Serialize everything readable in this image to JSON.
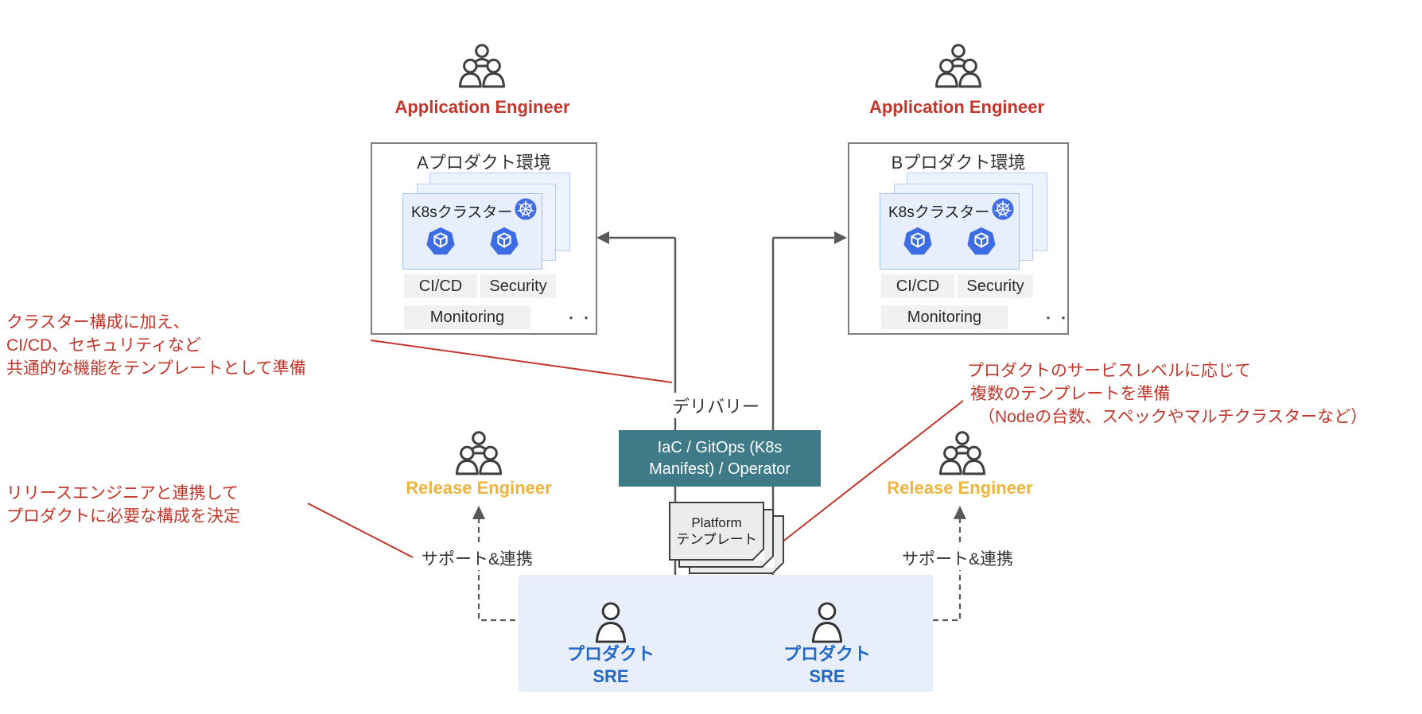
{
  "colors": {
    "accent_red": "#C2362B",
    "accent_gold": "#EEB440",
    "sre_blue": "#2468C5",
    "pipeline_teal": "#3E7A87",
    "k8s_blue": "#3D6CE5",
    "connector_gray": "#595959",
    "card_blue_bg": "#E7EFFD",
    "sre_zone_bg": "#E8EEFA"
  },
  "actors": {
    "app_engineer_a": "Application Engineer",
    "app_engineer_b": "Application Engineer",
    "release_engineer_left": "Release Engineer",
    "release_engineer_right": "Release Engineer",
    "sre_left": {
      "line1": "プロダクト",
      "line2": "SRE"
    },
    "sre_right": {
      "line1": "プロダクト",
      "line2": "SRE"
    }
  },
  "environments": {
    "a": {
      "title": "Aプロダクト環境",
      "cluster": "K8sクラスター",
      "cicd": "CI/CD",
      "security": "Security",
      "monitoring": "Monitoring",
      "more": "・・"
    },
    "b": {
      "title": "Bプロダクト環境",
      "cluster": "K8sクラスター",
      "cicd": "CI/CD",
      "security": "Security",
      "monitoring": "Monitoring",
      "more": "・・"
    }
  },
  "delivery_label": "デリバリー",
  "pipeline": {
    "line1": "IaC / GitOps (K8s",
    "line2": "Manifest) / Operator"
  },
  "platform_template": {
    "line1": "Platform",
    "line2": "テンプレート"
  },
  "support_left": "サポート&連携",
  "support_right": "サポート&連携",
  "annotations": {
    "common_features": [
      "クラスター構成に加え、",
      "CI/CD、セキュリティなど",
      "共通的な機能をテンプレートとして準備"
    ],
    "release_collab": [
      "リリースエンジニアと連携して",
      "プロダクトに必要な構成を決定"
    ],
    "service_level": [
      "プロダクトのサービスレベルに応じて",
      "複数のテンプレートを準備",
      "（Nodeの台数、スペックやマルチクラスターなど）"
    ]
  }
}
